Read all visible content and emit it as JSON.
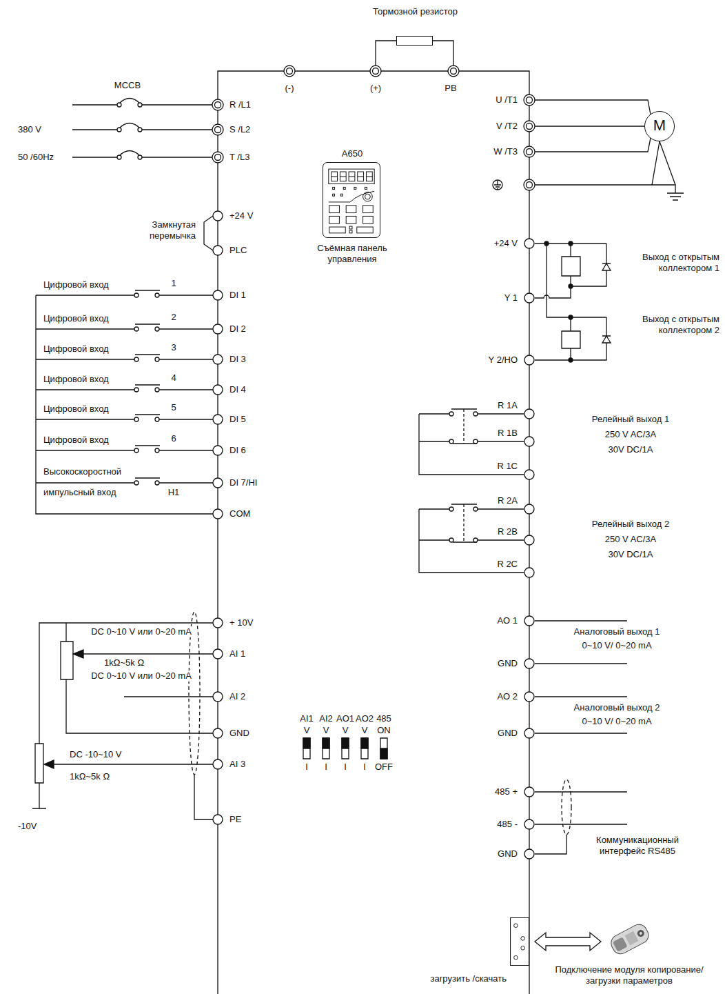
{
  "diagram": {
    "nodes": [
      {
        "text": [
          "Тормозной резистор"
        ]
      },
      {
        "text": [
          "A650",
          "Съёмная панель управления"
        ]
      },
      {
        "text": [
          "M"
        ]
      },
      {
        "text": [
          "загрузить /скачать"
        ]
      },
      {
        "text": [
          "Подключение модуля копирование/загрузки параметров"
        ]
      }
    ],
    "edges": [
      {
        "from": 3,
        "to": 4,
        "arrow": "both"
      }
    ],
    "labels": [
      "MCCB",
      "380 V",
      "50 /60Hz",
      "R /L1",
      "S /L2",
      "T /L3",
      "(-)",
      "(+)",
      "PB",
      "U /T1",
      "V /T2",
      "W /T3",
      "+24 V",
      "Замкнутая перемычка",
      "PLC",
      "Цифровой вход",
      "1",
      "DI 1",
      "Цифровой вход",
      "2",
      "DI 2",
      "Цифровой вход",
      "3",
      "DI 3",
      "Цифровой вход",
      "4",
      "DI 4",
      "Цифровой вход",
      "5",
      "DI 5",
      "Цифровой вход",
      "6",
      "DI 6",
      "Высокоскоростной",
      "импульсный вход",
      "H1",
      "DI 7/HI",
      "COM",
      "+24 V",
      "Выход с открытым коллектором 1",
      "Y 1",
      "Выход с открытым коллектором 2",
      "Y 2/HO",
      "R 1A",
      "Релейный выход 1",
      "R 1B",
      "250 V AC/3A",
      "30V DC/1A",
      "R 1C",
      "R 2A",
      "Релейный выход 2",
      "R 2B",
      "250 V AC/3A",
      "30V DC/1A",
      "R 2C",
      "+ 10V",
      "DC 0~10 V или 0~20 mA",
      "AI 1",
      "1kΩ~5k Ω",
      "DC 0~10 V или 0~20 mA",
      "AI 2",
      "GND",
      "DC -10~10 V",
      "AI 3",
      "1kΩ~5k Ω",
      "PE",
      "-10V",
      "AI1",
      "AI2",
      "AO1",
      "AO2",
      "485",
      "V",
      "V",
      "V",
      "V",
      "ON",
      "I",
      "I",
      "I",
      "I",
      "OFF",
      "AO 1",
      "Аналоговый выход 1",
      "0~10 V/ 0~20 mA",
      "GND",
      "AO 2",
      "Аналоговый выход 2",
      "0~10 V/ 0~20 mA",
      "GND",
      "485 +",
      "485 -",
      "GND",
      "Коммуникационный интерфейс RS485"
    ]
  }
}
